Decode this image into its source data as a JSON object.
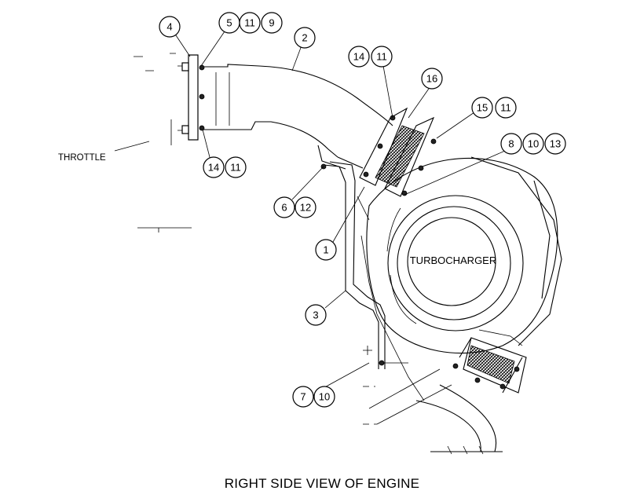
{
  "caption": "RIGHT SIDE VIEW OF ENGINE",
  "labels": {
    "throttle": "THROTTLE",
    "turbocharger": "TURBOCHARGER"
  },
  "balloons": {
    "b1": "1",
    "b2": "2",
    "b3": "3",
    "b4": "4",
    "b5": "5",
    "b5_11": "11",
    "b5_9": "9",
    "b6": "6",
    "b6_12": "12",
    "b7": "7",
    "b7_10": "10",
    "b8": "8",
    "b8_10": "10",
    "b8_13": "13",
    "b14a": "14",
    "b14a_11": "11",
    "b14b": "14",
    "b14b_11": "11",
    "b15": "15",
    "b15_11": "11",
    "b16": "16"
  }
}
